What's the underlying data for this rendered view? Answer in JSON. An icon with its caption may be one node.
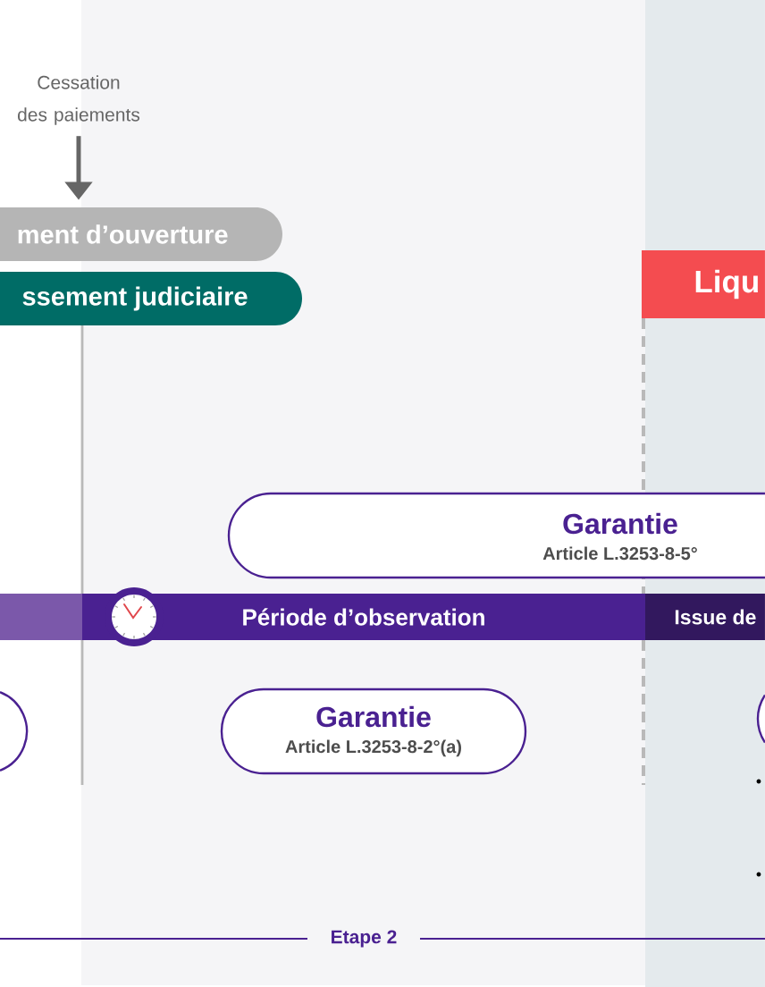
{
  "diagram": {
    "nodes": [
      {
        "text": [
          "Cessation des paiements"
        ]
      },
      {
        "text": [
          "ment d’ouverture"
        ]
      },
      {
        "text": [
          "ssement judiciaire"
        ]
      },
      {
        "text": [
          "Liqu"
        ]
      },
      {
        "text": [
          "Garantie",
          "Article L.3253-8-5°"
        ]
      },
      {
        "text": [
          "Période d’observation"
        ]
      },
      {
        "text": [
          "Issue de"
        ]
      },
      {
        "text": [],
        "shape": "box"
      },
      {
        "text": [
          "Garantie",
          "Article L.3253-8-2°(a)"
        ]
      },
      {
        "text": [],
        "shape": "box"
      }
    ],
    "edges": [
      {
        "from": 0,
        "to": 1,
        "arrow": "to"
      }
    ],
    "labels": [
      "Etape 2"
    ]
  }
}
